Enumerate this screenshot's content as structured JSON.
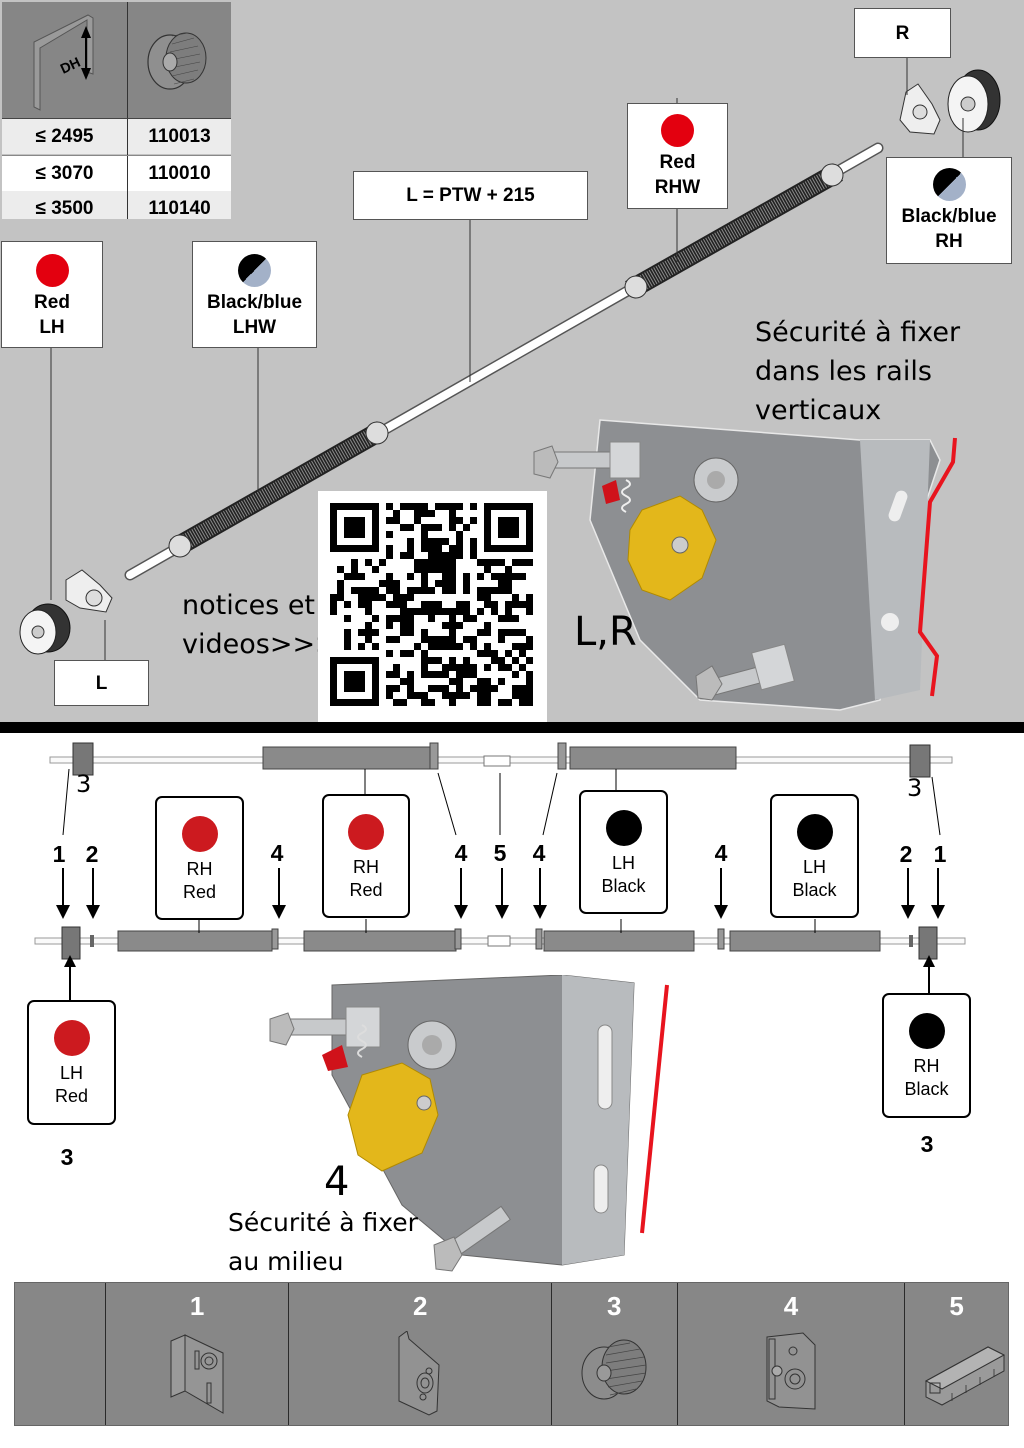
{
  "top": {
    "dh_table": {
      "header_icons": [
        "door-height-dh-icon",
        "cable-drum-icon"
      ],
      "header_dh_label": "DH",
      "rows": [
        {
          "dh": "≤ 2495",
          "drum": "110013"
        },
        {
          "dh": "≤ 3070",
          "drum": "110010"
        },
        {
          "dh": "≤ 3500",
          "drum": "110140"
        }
      ]
    },
    "labels": {
      "r": "R",
      "l": "L",
      "formula": "L = PTW + 215",
      "red_rhw": {
        "color": "Red",
        "side": "RHW"
      },
      "red_lh": {
        "color": "Red",
        "side": "LH"
      },
      "blackblue_lhw": {
        "color": "Black/blue",
        "side": "LHW"
      },
      "blackblue_rh": {
        "color": "Black/blue",
        "side": "RH"
      }
    },
    "safety_note": [
      "Sécurité à fixer",
      "dans les rails",
      "verticaux"
    ],
    "qr_note": [
      "notices et",
      "videos>>>"
    ],
    "bracket_label": "L,R"
  },
  "bottom": {
    "boxes": [
      {
        "side": "LH",
        "color": "Red",
        "dot": "red"
      },
      {
        "side": "RH",
        "color": "Red",
        "dot": "red"
      },
      {
        "side": "RH",
        "color": "Red",
        "dot": "red"
      },
      {
        "side": "LH",
        "color": "Black",
        "dot": "black"
      },
      {
        "side": "LH",
        "color": "Black",
        "dot": "black"
      },
      {
        "side": "RH",
        "color": "Black",
        "dot": "black"
      }
    ],
    "callouts": [
      "1",
      "2",
      "4",
      "4",
      "5",
      "4",
      "4",
      "2",
      "1"
    ],
    "drum_labels": [
      "3",
      "3",
      "3",
      "3"
    ],
    "safety_number": "4",
    "safety_note": [
      "Sécurité à fixer",
      "au milieu"
    ]
  },
  "parts": [
    {
      "number": "",
      "icon": ""
    },
    {
      "number": "1",
      "icon": "end-bearing-bracket-icon"
    },
    {
      "number": "2",
      "icon": "center-bearing-plate-icon"
    },
    {
      "number": "3",
      "icon": "cable-drum-icon"
    },
    {
      "number": "4",
      "icon": "spring-break-safety-device-icon"
    },
    {
      "number": "5",
      "icon": "shaft-coupling-icon"
    }
  ],
  "colors": {
    "red": "#e3000f",
    "blue_gray": "#a3b1c8",
    "background_gray": "#c3c3c3",
    "table_gray": "#878787",
    "rail_red": "#e8141e"
  }
}
